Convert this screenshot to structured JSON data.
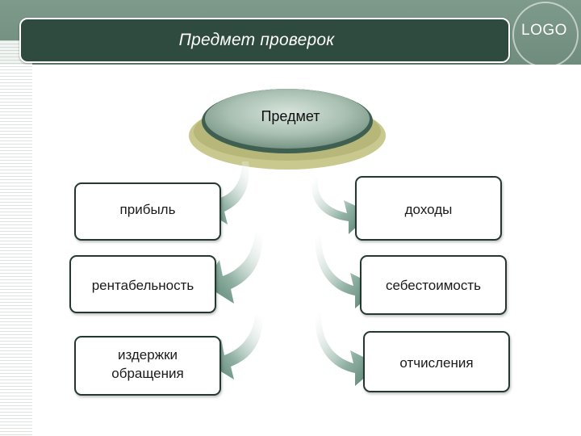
{
  "slide": {
    "title": "Предмет проверок",
    "logo": "LOGO"
  },
  "diagram": {
    "center": "Предмет",
    "left_items": [
      "прибыль",
      "рентабельность",
      "издержки\nобращения"
    ],
    "right_items": [
      "доходы",
      "себестоимость",
      "отчисления"
    ]
  },
  "colors": {
    "header_band": "#7e9a8b",
    "title_bar": "#2f4b3f",
    "ellipse_green": "#6f8c7d",
    "ellipse_base": "#c9c98f",
    "arrow": "#5f8a78"
  }
}
